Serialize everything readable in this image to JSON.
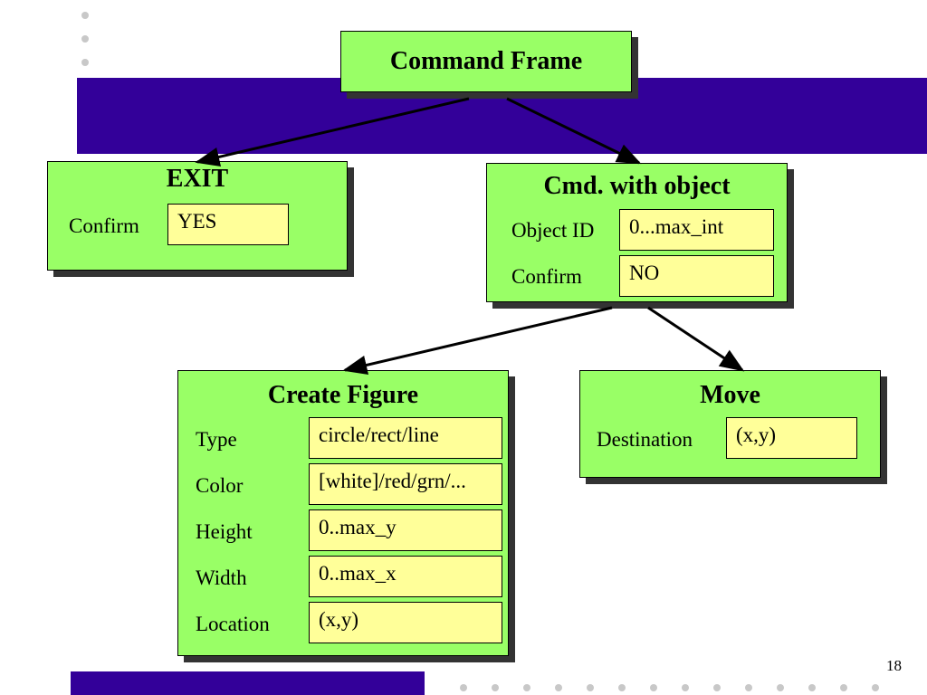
{
  "colors": {
    "frame_fill": "#99ff66",
    "slot_fill": "#ffff99",
    "band": "#330099",
    "shadow": "#333333"
  },
  "frames": {
    "command": {
      "title": "Command Frame"
    },
    "exit": {
      "title": "EXIT",
      "slots": [
        {
          "label": "Confirm",
          "value": "YES"
        }
      ]
    },
    "cmd_object": {
      "title": "Cmd. with object",
      "slots": [
        {
          "label": "Object ID",
          "value": "0...max_int"
        },
        {
          "label": "Confirm",
          "value": "NO"
        }
      ]
    },
    "create_figure": {
      "title": "Create Figure",
      "slots": [
        {
          "label": "Type",
          "value": "circle/rect/line"
        },
        {
          "label": "Color",
          "value": "[white]/red/grn/..."
        },
        {
          "label": "Height",
          "value": "0..max_y"
        },
        {
          "label": "Width",
          "value": "0..max_x"
        },
        {
          "label": "Location",
          "value": "(x,y)"
        }
      ]
    },
    "move": {
      "title": "Move",
      "slots": [
        {
          "label": "Destination",
          "value": "(x,y)"
        }
      ]
    }
  },
  "page_number": "18"
}
